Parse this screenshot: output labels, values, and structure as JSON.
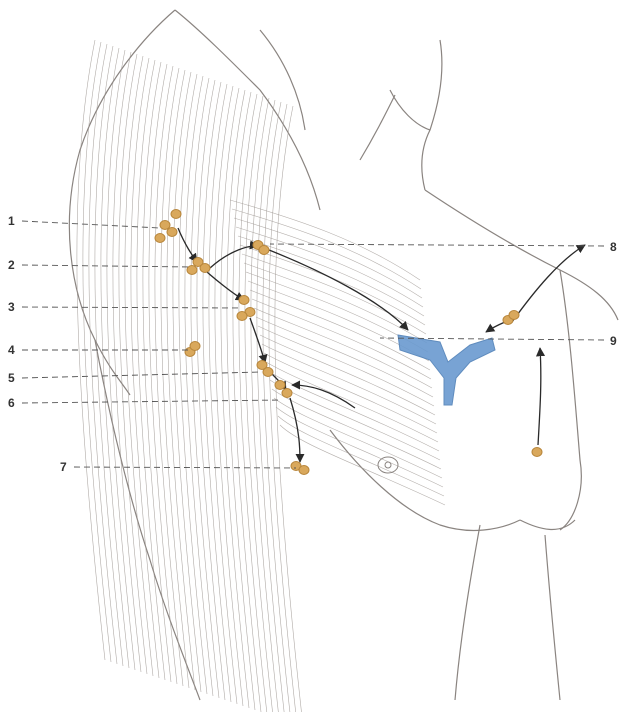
{
  "figure": {
    "labels": [
      "1",
      "2",
      "3",
      "4",
      "5",
      "6",
      "7",
      "8",
      "9"
    ]
  },
  "colors": {
    "background": "#ffffff",
    "skin_line": "#8a8480",
    "muscle_fiber": "#9c9590",
    "lymph_node": "#b8863b",
    "lymph_node_fill": "#d9a85c",
    "venous_angle": "#6a9ad0",
    "arrow": "#2a2a2a",
    "leader_line": "#555555"
  }
}
